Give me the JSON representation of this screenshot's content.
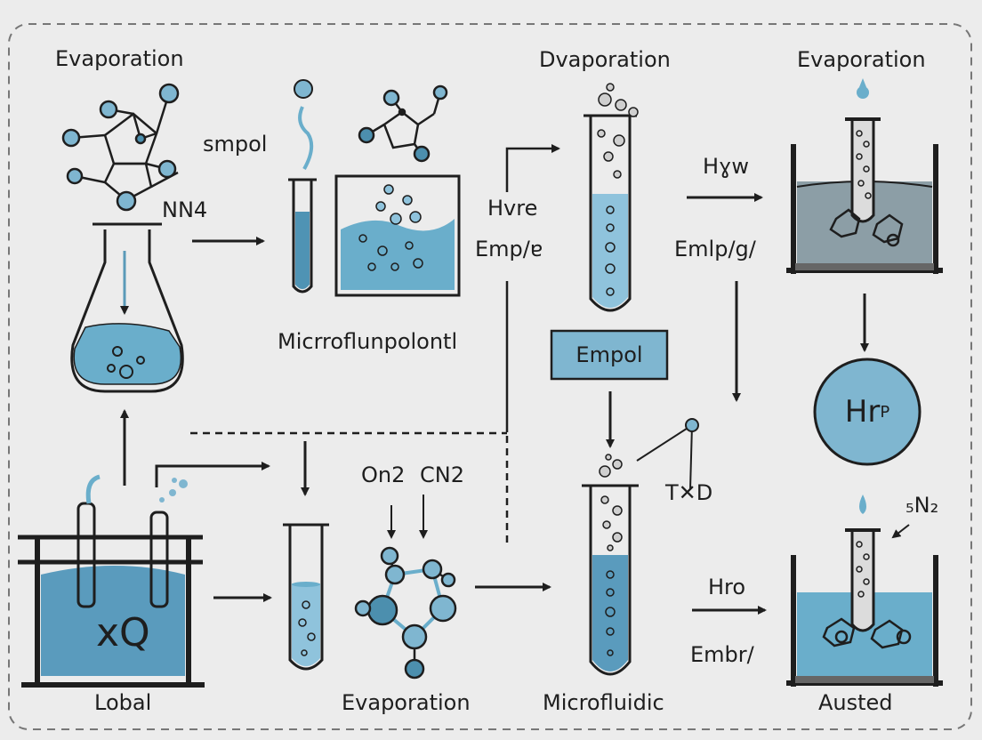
{
  "labels": {
    "evaporation_top_left": "Evaporation",
    "smpol": "smpol",
    "nn4": "NN4",
    "microfluidics_center": "Micrroflunpolontl",
    "dvaporation": "Dvaporation",
    "hvre": "Hvre",
    "emp_e": "Emp/ɐ",
    "evaporation_top_right": "Evaporation",
    "hyw": "Hɣw",
    "emlp": "Emlp/g/",
    "empol_box": "Empol",
    "hrp_main": "Hr",
    "hrp_sub": "P",
    "on2": "On2",
    "cn2": "CN2",
    "txd": "T✕D",
    "n2_right": "₅N₂",
    "xq": "xQ",
    "hro": "Hro",
    "embr": "Embr/",
    "lobal": "Lobal",
    "evaporation_bottom": "Evaporation",
    "microfluidic_bottom": "Microfluidic",
    "austed": "Austed"
  },
  "colors": {
    "liquid": "#6aaecb",
    "liquid_dark": "#4f93b4",
    "node": "#7fb6d0",
    "node_dark": "#4c8fae",
    "stroke": "#1e1e1e",
    "background": "#ececec"
  }
}
